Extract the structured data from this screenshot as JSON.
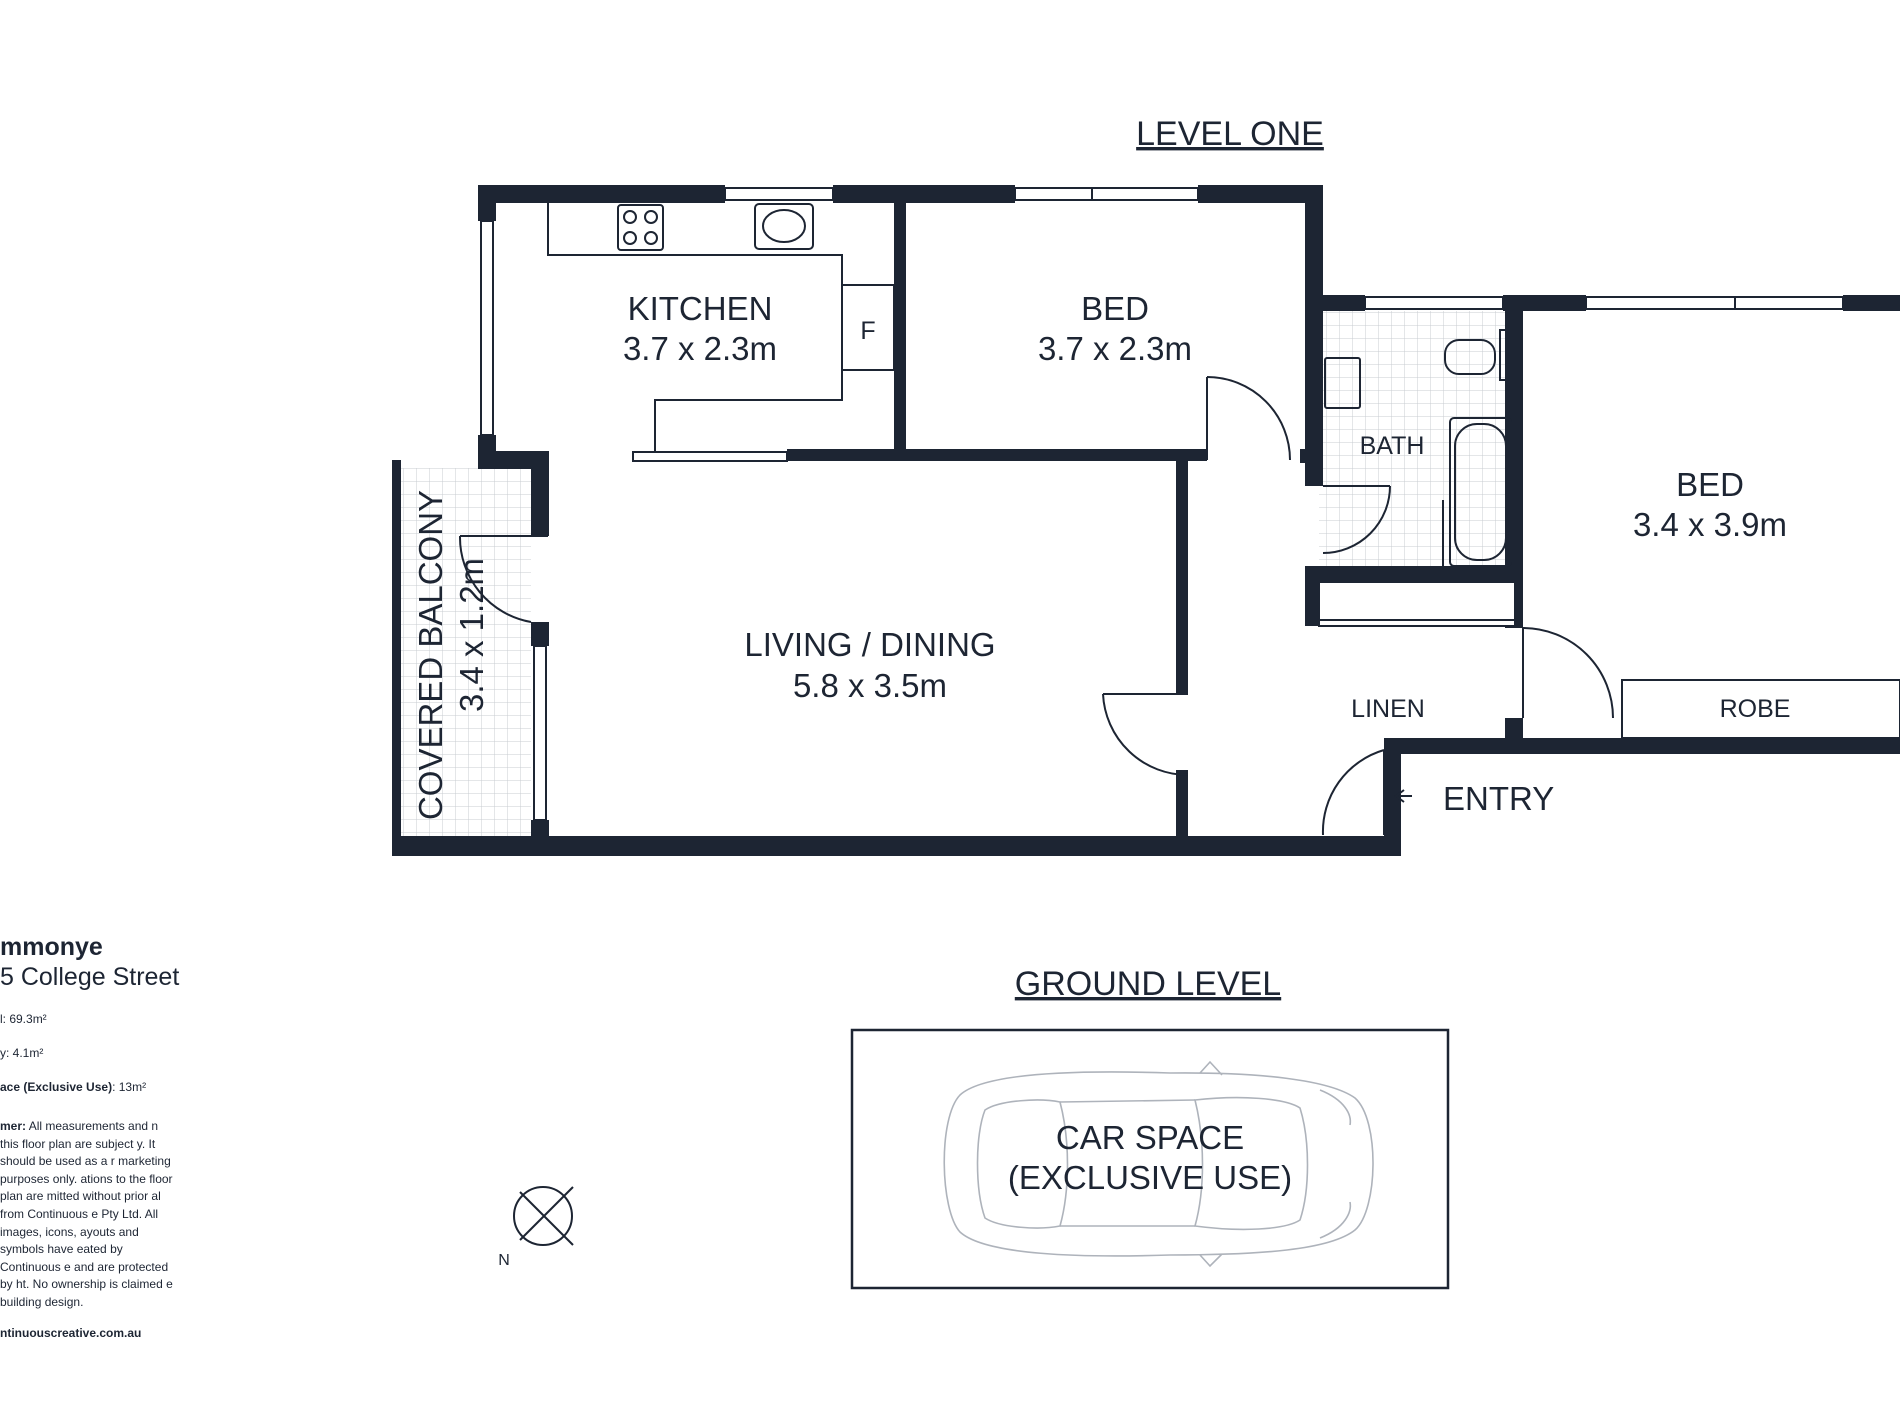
{
  "levels": {
    "level_one": "LEVEL ONE",
    "ground_level": "GROUND LEVEL"
  },
  "rooms": {
    "kitchen": {
      "name": "KITCHEN",
      "size": "3.7 x 2.3m"
    },
    "bed1": {
      "name": "BED",
      "size": "3.7 x 2.3m"
    },
    "bed2": {
      "name": "BED",
      "size": "3.4 x 3.9m"
    },
    "bath": {
      "name": "BATH"
    },
    "living": {
      "name": "LIVING / DINING",
      "size": "5.8 x 3.5m"
    },
    "balcony": {
      "name": "COVERED BALCONY",
      "size": "3.4 x 1.2m"
    },
    "linen": {
      "name": "LINEN"
    },
    "robe": {
      "name": "ROBE"
    },
    "entry": {
      "name": "ENTRY"
    },
    "fridge": {
      "name": "F"
    },
    "car_space": {
      "line1": "CAR SPACE",
      "line2": "(EXCLUSIVE USE)"
    }
  },
  "compass": {
    "north": "N"
  },
  "info": {
    "name": "mmonye",
    "address": "5 College Street",
    "stat1_label": "",
    "stat1_value": "l: 69.3m²",
    "stat2_value": "y: 4.1m²",
    "stat3_label": "ace (Exclusive Use)",
    "stat3_value": ": 13m²",
    "disclaimer_label": "mer:",
    "disclaimer": "All measurements and n this floor plan are subject y. It should be used as a r marketing purposes only. ations to the floor plan are mitted without prior al from Continuous e Pty Ltd. All images, icons, ayouts and symbols have eated by Continuous e and are protected by ht. No ownership is claimed e building design.",
    "website": "ntinuouscreative.com.au"
  },
  "colors": {
    "wall": "#1d2533",
    "line": "#1d2533",
    "light_line": "#9aa0aa",
    "background": "#ffffff"
  }
}
